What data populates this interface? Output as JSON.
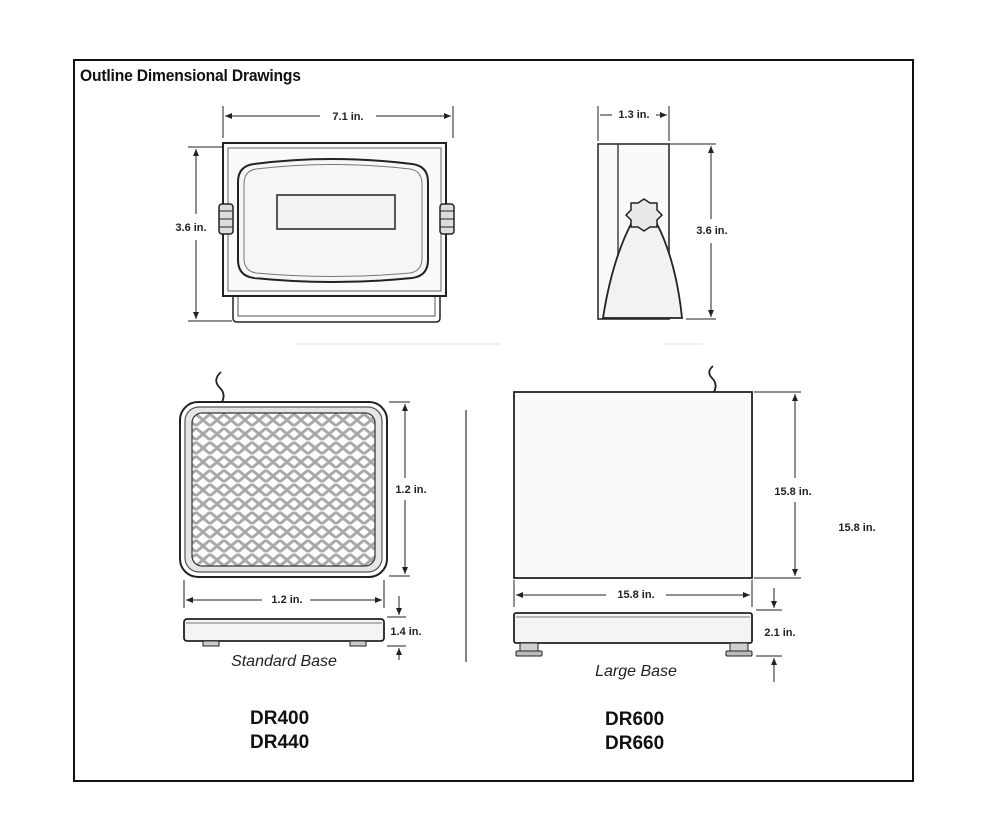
{
  "title": "Outline Dimensional Drawings",
  "dimensions": {
    "indicator_width": "7.1 in.",
    "indicator_height_front": "3.6 in.",
    "indicator_depth": "1.3 in.",
    "indicator_height_side": "3.6 in.",
    "standard_depth": "1.2 in.",
    "standard_width": "1.2 in.",
    "standard_height": "1.4 in.",
    "large_depth_side": "15.8 in.",
    "large_depth_outer": "15.8 in.",
    "large_width": "15.8 in.",
    "large_height": "2.1 in."
  },
  "captions": {
    "standard_base": "Standard Base",
    "large_base": "Large Base"
  },
  "models": {
    "standard": [
      "DR400",
      "DR440"
    ],
    "large": [
      "DR600",
      "DR660"
    ]
  },
  "colors": {
    "line": "#222222",
    "plate_fill": "#cfcfcf",
    "pattern": "#a9a9a9"
  }
}
